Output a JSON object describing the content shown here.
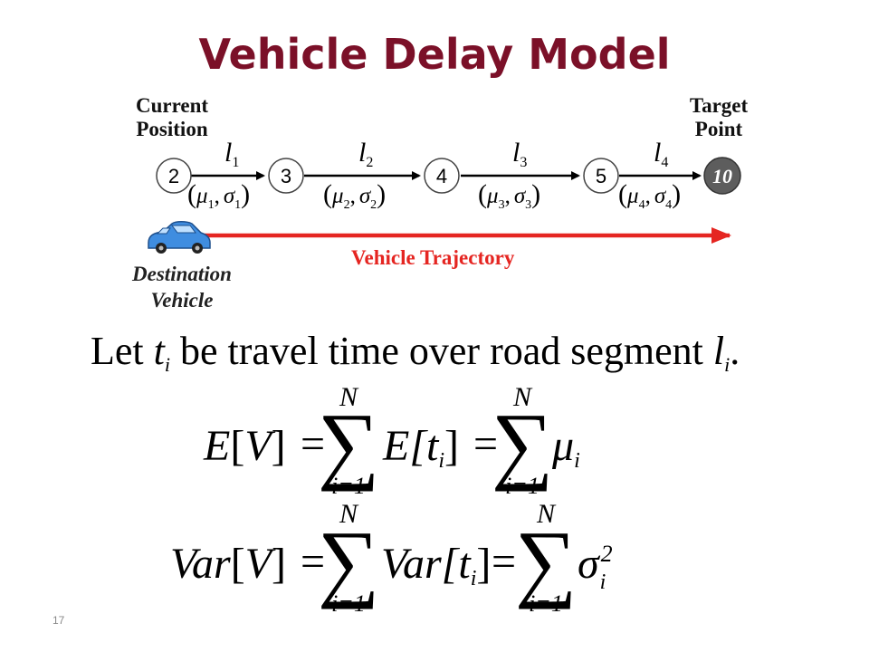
{
  "title": "Vehicle Delay Model",
  "diagram": {
    "current_position": [
      "Current",
      "Position"
    ],
    "target_point": [
      "Target",
      "Point"
    ],
    "destination_vehicle": [
      "Destination",
      "Vehicle"
    ],
    "trajectory_label": "Vehicle Trajectory",
    "nodes": [
      "2",
      "3",
      "4",
      "5",
      "10"
    ],
    "segments": [
      {
        "label": "l",
        "index": "1",
        "mu_index": "1",
        "sigma_index": "1"
      },
      {
        "label": "l",
        "index": "2",
        "mu_index": "2",
        "sigma_index": "2"
      },
      {
        "label": "l",
        "index": "3",
        "mu_index": "3",
        "sigma_index": "3"
      },
      {
        "label": "l",
        "index": "4",
        "mu_index": "4",
        "sigma_index": "4"
      }
    ],
    "colors": {
      "trajectory": "#e52521",
      "target_node": "#595959",
      "title": "#7b1028"
    },
    "icon": "car-icon"
  },
  "statement": {
    "let": "Let",
    "t": "t",
    "i1": "i",
    "middle": "be travel time over road segment",
    "l": "l",
    "i2": "i",
    "end": "."
  },
  "equations": {
    "expectation": {
      "lhs": "E[V]",
      "eq": "=",
      "sum_upper": "N",
      "sum_lower": "i=1",
      "term1": "E[t",
      "term1_sub": "i",
      "term1_close": "]",
      "term2": "μ",
      "term2_sub": "i"
    },
    "variance": {
      "lhs": "Var[V]",
      "eq": "=",
      "sum_upper": "N",
      "sum_lower": "i=1",
      "term1": "Var[t",
      "term1_sub": "i",
      "term1_close": "]",
      "term2": "σ",
      "term2_sub": "i",
      "term2_sup": "2"
    }
  },
  "slide_number": "17"
}
